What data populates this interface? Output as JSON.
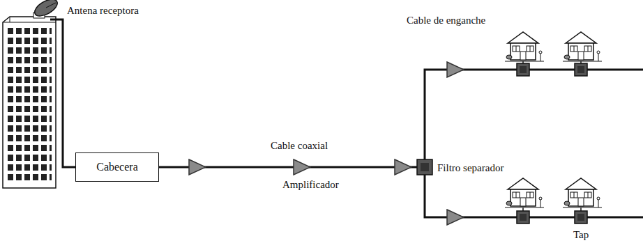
{
  "diagram": {
    "nodes": [
      {
        "text": [
          "Cabecera"
        ]
      }
    ],
    "labels": [
      "Antena receptora",
      "Cable coaxial",
      "Amplificador",
      "Filtro separador",
      "Cable de enganche",
      "Tap"
    ]
  }
}
